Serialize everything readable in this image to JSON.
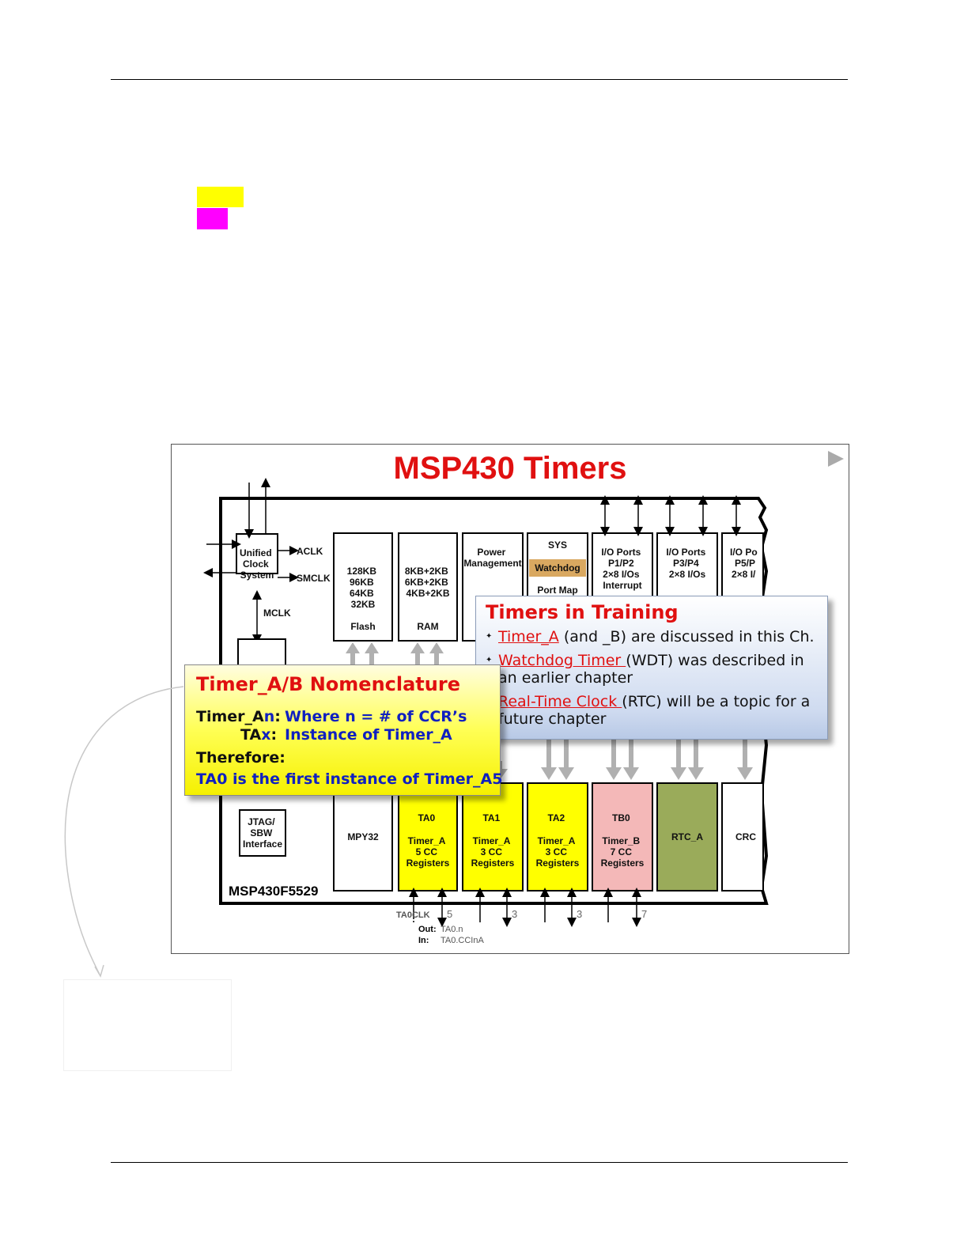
{
  "slide": {
    "title": "MSP430 Timers",
    "diagram": {
      "chip_name": "MSP430F5529",
      "clock": {
        "label_lines": [
          "Unified",
          "Clock",
          "System"
        ],
        "aclk": "ACLK",
        "smclk": "SMCLK",
        "mclk": "MCLK"
      },
      "flash": {
        "lines": [
          "128KB",
          "96KB",
          "64KB",
          "32KB"
        ],
        "name": "Flash"
      },
      "ram": {
        "lines": [
          "8KB+2KB",
          "6KB+2KB",
          "4KB+2KB"
        ],
        "name": "RAM"
      },
      "power": {
        "lines": [
          "Power",
          "Management"
        ]
      },
      "sys": {
        "name": "SYS",
        "watchdog": "Watchdog",
        "portmap": "Port Map"
      },
      "io1": {
        "lines": [
          "I/O Ports",
          "P1/P2",
          "2×8 I/Os",
          "Interrupt"
        ]
      },
      "io2": {
        "lines": [
          "I/O Ports",
          "P3/P4",
          "2×8 I/Os"
        ]
      },
      "io3": {
        "lines": [
          "I/O Po",
          "P5/P",
          "2×8 I/"
        ]
      },
      "jtag": {
        "lines": [
          "JTAG/",
          "SBW",
          "Interface"
        ]
      },
      "mpy": "MPY32",
      "ta0": {
        "lines": [
          "TA0",
          "Timer_A",
          "5 CC",
          "Registers"
        ]
      },
      "ta1": {
        "lines": [
          "TA1",
          "Timer_A",
          "3 CC",
          "Registers"
        ]
      },
      "ta2": {
        "lines": [
          "TA2",
          "Timer_A",
          "3 CC",
          "Registers"
        ]
      },
      "tb0": {
        "lines": [
          "TB0",
          "Timer_B",
          "7 CC",
          "Registers"
        ]
      },
      "rtc": "RTC_A",
      "crc": "CRC",
      "pins": {
        "ta0clk": "TA0CLK",
        "n5": "5",
        "n3a": "3",
        "n3b": "3",
        "n7": "7"
      },
      "io_labels": {
        "out": "Out:",
        "out_val": "TA0.n",
        "in": "In:",
        "in_val": "TA0.CCInA"
      },
      "colors": {
        "timer_a": "#ffff00",
        "timer_b": "#f4b8b8",
        "rtc": "#9aab5a",
        "watchdog": "#d9a860"
      }
    },
    "training": {
      "heading": "Timers in Training",
      "item1_link": "Timer_A",
      "item1_rest": " (and _B) are discussed in this Ch.",
      "item2_link": "Watchdog Timer ",
      "item2_rest": "(WDT) was described in an earlier chapter",
      "item3_link": "Real-Time Clock ",
      "item3_rest": "(RTC) will be a topic for a future chapter"
    },
    "nomenclature": {
      "heading": "Timer_A/B Nomenclature",
      "line1_a": "Timer_A",
      "line1_n": "n",
      "line1_colon": ":",
      "line1_desc": "Where n = # of CCR’s",
      "line2_a": "TA",
      "line2_x": "x",
      "line2_colon": ":",
      "line2_desc": "Instance of Timer_A",
      "line3": "Therefore:",
      "line4": "TA0 is the first instance of Timer_A5"
    }
  },
  "colors": {
    "highlight_yellow": "#ffff00",
    "highlight_magenta": "#ff00ff",
    "title_red": "#e01010"
  }
}
